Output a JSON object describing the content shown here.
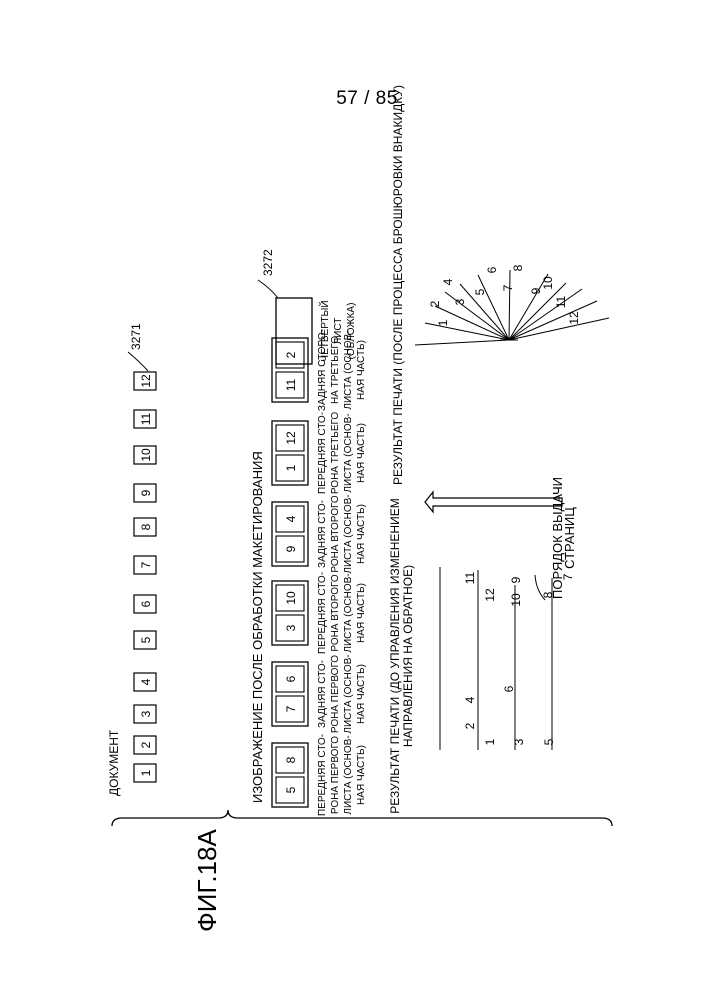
{
  "page_number": "57 / 85",
  "figure_label": "ФИГ.18А",
  "document": {
    "label": "ДОКУМЕНТ",
    "pages": [
      "1",
      "2",
      "3",
      "4",
      "5",
      "6",
      "7",
      "8",
      "9",
      "10",
      "11",
      "12"
    ],
    "ref": "3271"
  },
  "layout": {
    "title": "ИЗОБРАЖЕНИЕ ПОСЛЕ ОБРАБОТКИ МАКЕТИРОВАНИЯ",
    "sheets": [
      {
        "pages": [
          "8",
          "5"
        ],
        "caption": [
          "ПЕРЕДНЯЯ СТО-",
          "РОНА ПЕРВОГО",
          "ЛИСТА (ОСНОВ-",
          "НАЯ ЧАСТЬ)"
        ]
      },
      {
        "pages": [
          "6",
          "7"
        ],
        "caption": [
          "ЗАДНЯЯ СТО-",
          "РОНА ПЕРВОГО",
          "ЛИСТА (ОСНОВ-",
          "НАЯ ЧАСТЬ)"
        ]
      },
      {
        "pages": [
          "10",
          "3"
        ],
        "caption": [
          "ПЕРЕДНЯЯ СТО-",
          "РОНА ВТОРОГО",
          "ЛИСТА (ОСНОВ-",
          "НАЯ ЧАСТЬ)"
        ]
      },
      {
        "pages": [
          "4",
          "9"
        ],
        "caption": [
          "ЗАДНЯЯ СТО-",
          "РОНА ВТОРОГО",
          "ЛИСТА (ОСНОВ-",
          "НАЯ ЧАСТЬ)"
        ]
      },
      {
        "pages": [
          "12",
          "1"
        ],
        "caption": [
          "ПЕРЕДНЯЯ СТО-",
          "РОНА ТРЕТЬЕГО",
          "ЛИСТА (ОСНОВ-",
          "НАЯ ЧАСТЬ)"
        ]
      },
      {
        "pages": [
          "2",
          "11"
        ],
        "caption": [
          "ЗАДНЯЯ СТОРО-",
          "НА ТРЕТЬЕГО",
          "ЛИСТА (ОСНОВ-",
          "НАЯ ЧАСТЬ)"
        ]
      }
    ],
    "cover": {
      "caption": [
        "ЧЕТВЕРТЫЙ",
        "ЛИСТ",
        "(ОБЛОЖКА)"
      ],
      "ref": "3272"
    }
  },
  "print_before": {
    "caption": [
      "РЕЗУЛЬТАТ ПЕЧАТИ (ДО УПРАВЛЕНИЯ ИЗМЕНЕНИЕМ",
      "НАПРАВЛЕНИЯ НА ОБРАТНОЕ)"
    ],
    "numbers": [
      "2",
      "1",
      "4",
      "3",
      "6",
      "5",
      "8",
      "7",
      "10",
      "9",
      "12",
      "11"
    ]
  },
  "output_order": [
    "ПОРЯДОК ВЫДАЧИ",
    "СТРАНИЦ"
  ],
  "print_after": {
    "caption": "РЕЗУЛЬТАТ ПЕЧАТИ (ПОСЛЕ ПРОЦЕССА БРОШЮРОВКИ ВНАКИДКУ)",
    "numbers": [
      "1",
      "2",
      "3",
      "4",
      "5",
      "6",
      "7",
      "8",
      "9",
      "10",
      "11",
      "12"
    ]
  }
}
